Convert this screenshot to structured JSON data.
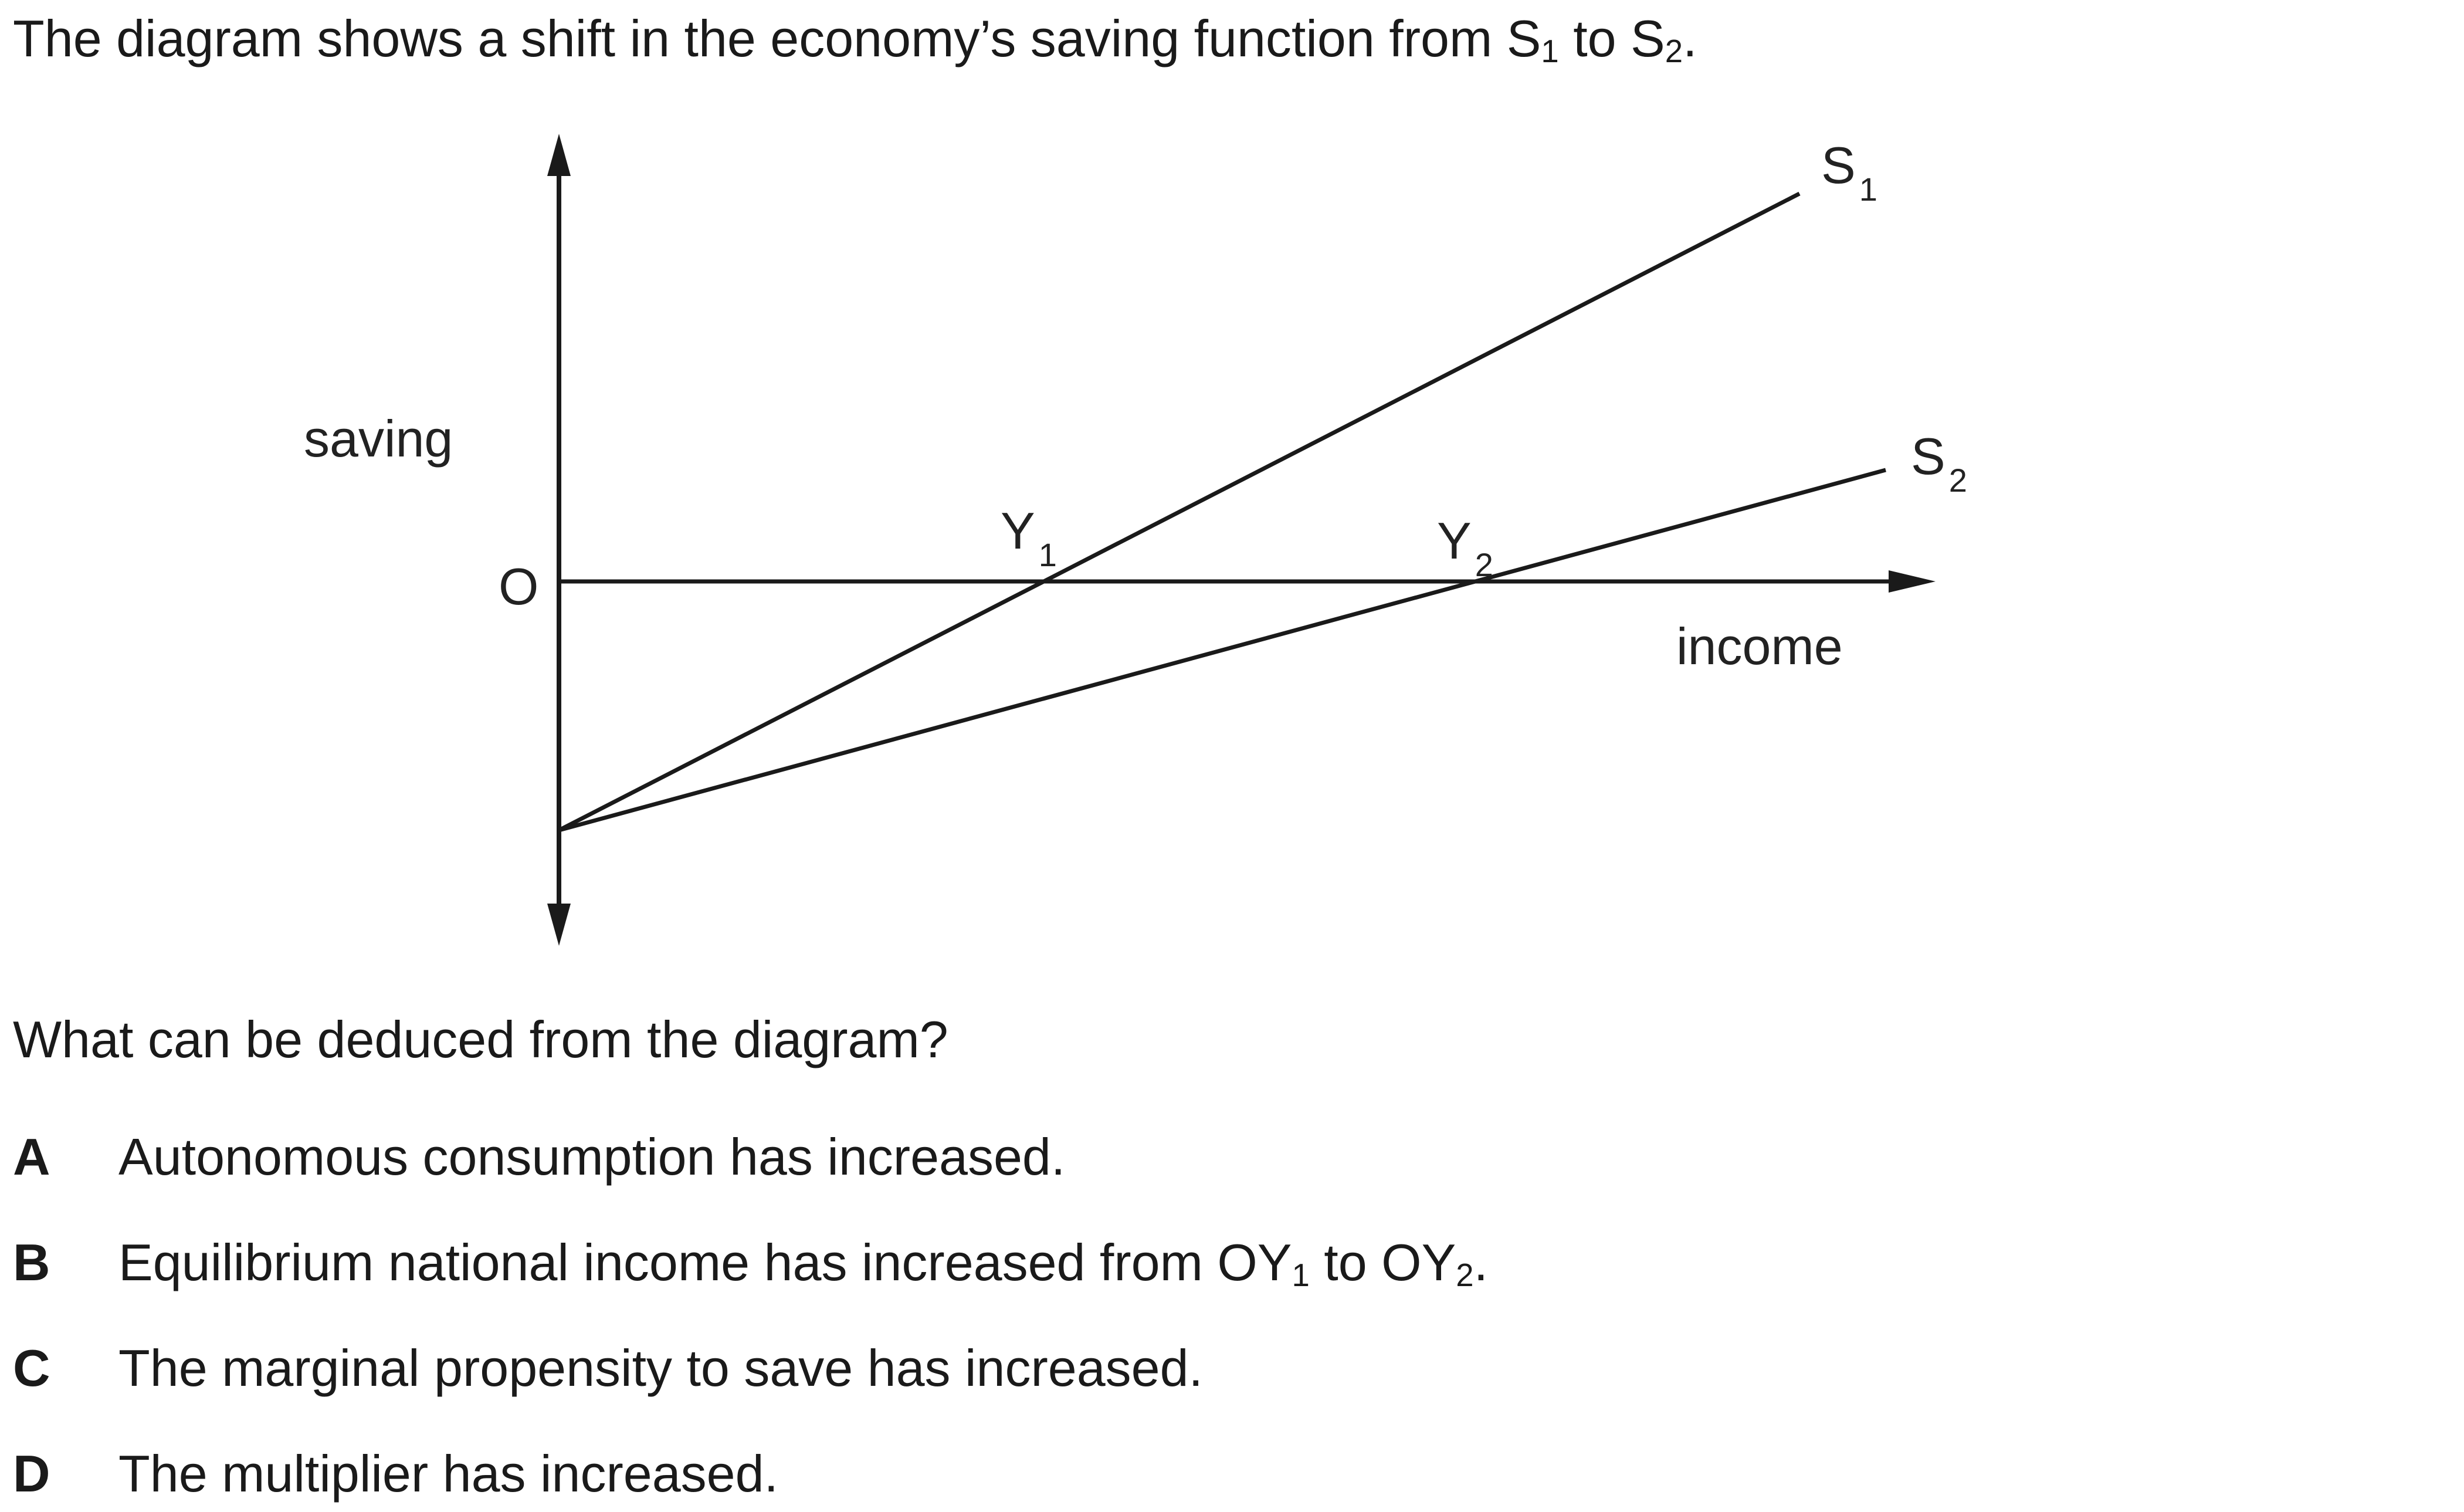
{
  "intro": {
    "text": "The diagram shows a shift in the economy’s saving function from S",
    "sub1": "1",
    "mid": " to S",
    "sub2": "2",
    "end": "."
  },
  "diagram": {
    "y_axis_label": "saving",
    "x_axis_label": "income",
    "origin_label": "O",
    "curves": [
      {
        "label": "S",
        "sub": "1"
      },
      {
        "label": "S",
        "sub": "2"
      }
    ],
    "intercepts": [
      {
        "label": "Y",
        "sub": "1"
      },
      {
        "label": "Y",
        "sub": "2"
      }
    ]
  },
  "question": "What can be deduced from the diagram?",
  "options": [
    {
      "letter": "A",
      "text": "Autonomous consumption has increased."
    },
    {
      "letter": "B",
      "text": "Equilibrium national income has increased from OY",
      "sub1": "1",
      "mid": " to OY",
      "sub2": "2",
      "end": "."
    },
    {
      "letter": "C",
      "text": "The marginal propensity to save has increased."
    },
    {
      "letter": "D",
      "text": "The multiplier has increased."
    }
  ],
  "colors": {
    "ink": "#1a1a1a"
  }
}
